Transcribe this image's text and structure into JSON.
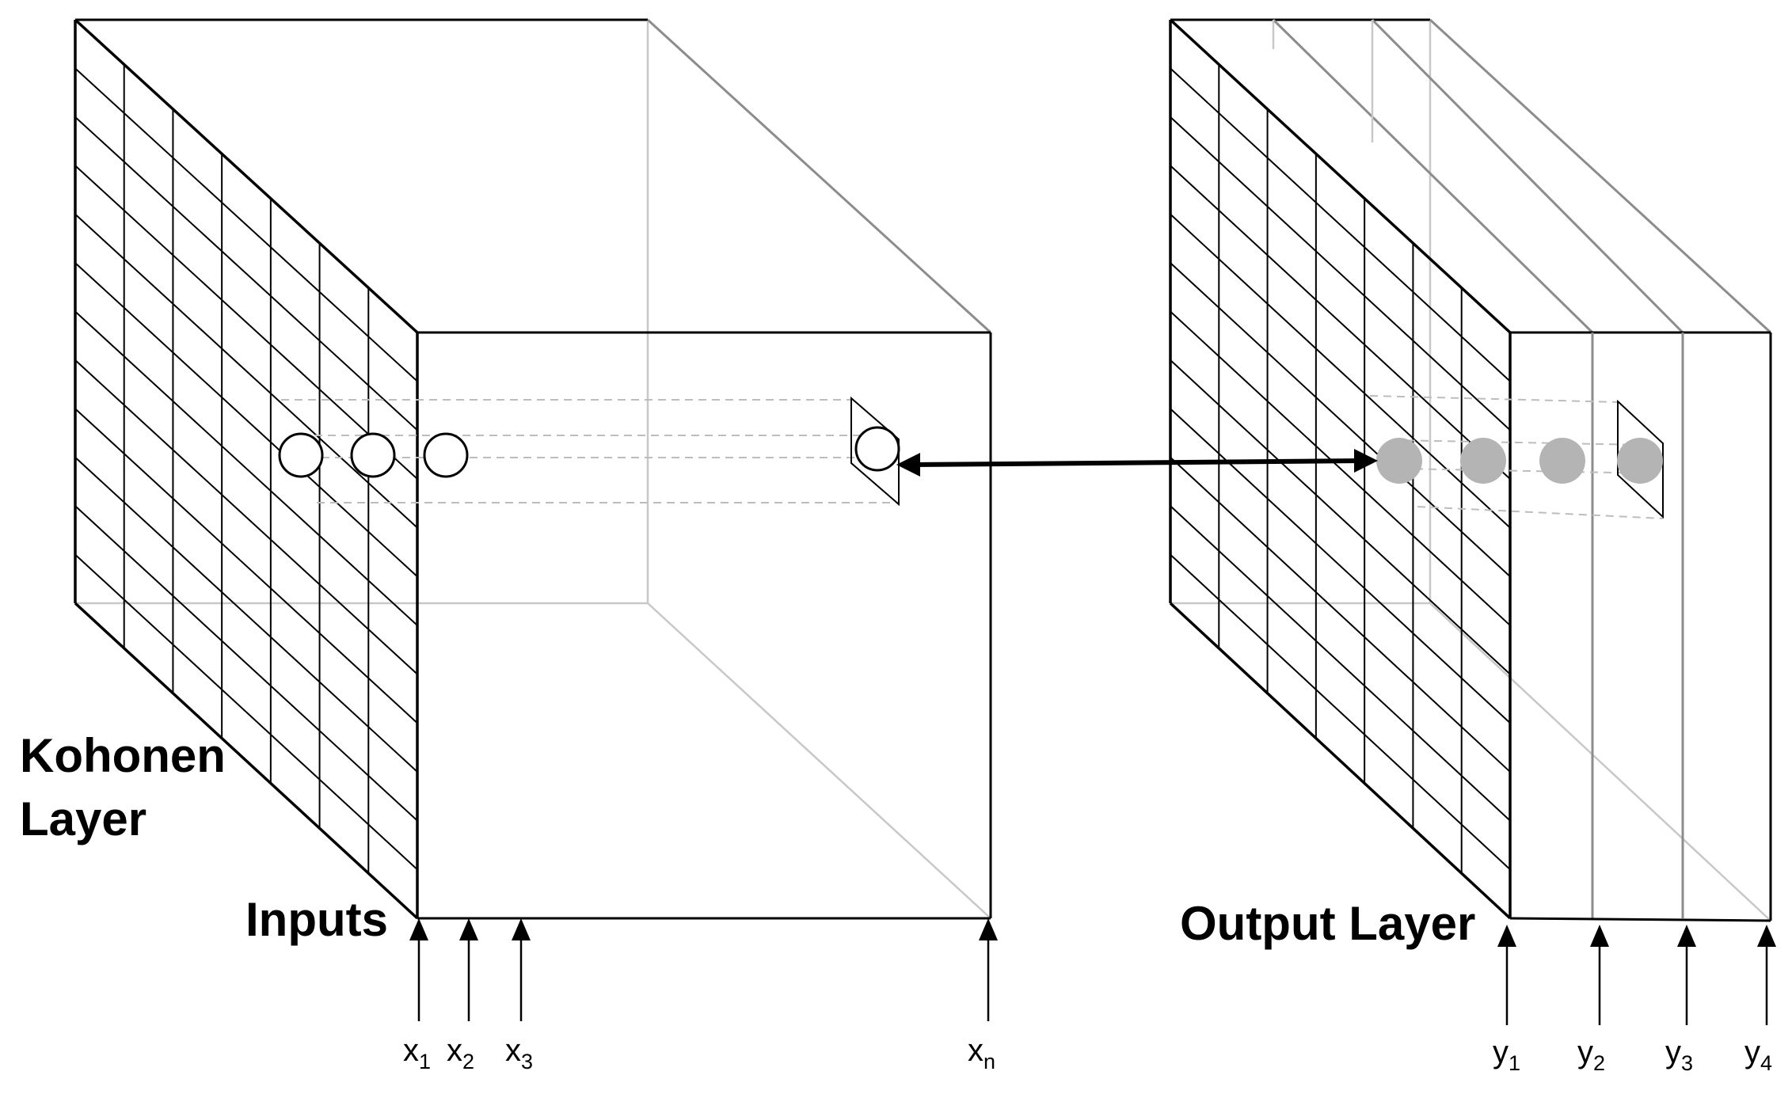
{
  "labels": {
    "kohonen_line1": "Kohonen",
    "kohonen_line2": "Layer",
    "inputs": "Inputs",
    "output_layer": "Output Layer"
  },
  "inputs": [
    {
      "base": "x",
      "sub": "1"
    },
    {
      "base": "x",
      "sub": "2"
    },
    {
      "base": "x",
      "sub": "3"
    },
    {
      "base": "x",
      "sub": "n"
    }
  ],
  "outputs": [
    {
      "base": "y",
      "sub": "1"
    },
    {
      "base": "y",
      "sub": "2"
    },
    {
      "base": "y",
      "sub": "3"
    },
    {
      "base": "y",
      "sub": "4"
    }
  ],
  "colors": {
    "line": "#000000",
    "edge_grey": "#8c8c8c",
    "dash": "#bdbdbd",
    "node_fill_output": "#b4b4b4"
  }
}
